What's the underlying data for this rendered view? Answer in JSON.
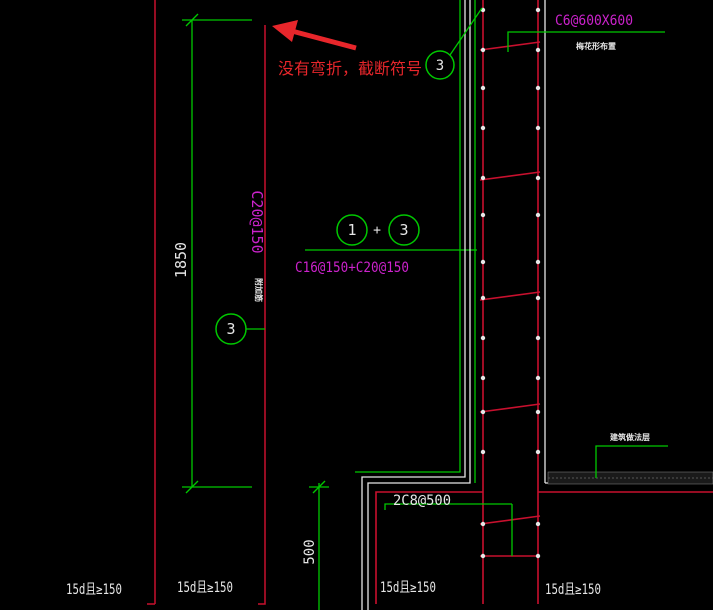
{
  "colors": {
    "background": "#000000",
    "red_line": "#c8102e",
    "green_line": "#00c800",
    "magenta_text": "#cc22cc",
    "white_line": "#e6e6e6",
    "annotation_red": "#e8262b"
  },
  "annotation": {
    "note": "没有弯折，截断符号"
  },
  "callouts": {
    "bubble_top": "3",
    "bubble_left": "3",
    "bubble_mid_a": "1",
    "bubble_mid_b": "3",
    "plus": "+"
  },
  "labels": {
    "top_right_rebar": "C6@600X600",
    "top_right_note": "梅花形布置",
    "vertical_rebar": "C20@150",
    "vertical_note": "附加筋",
    "mid_rebar": "C16@150+C20@150",
    "layer_note": "建筑做法层",
    "bottom_rebar": "2C8@500"
  },
  "dimensions": {
    "height_main": "1850",
    "height_bottom": "500"
  },
  "bottom_labels": {
    "b1": "15d且≥150",
    "b2": "15d且≥150",
    "b3": "15d且≥150",
    "b4": "15d且≥150"
  }
}
